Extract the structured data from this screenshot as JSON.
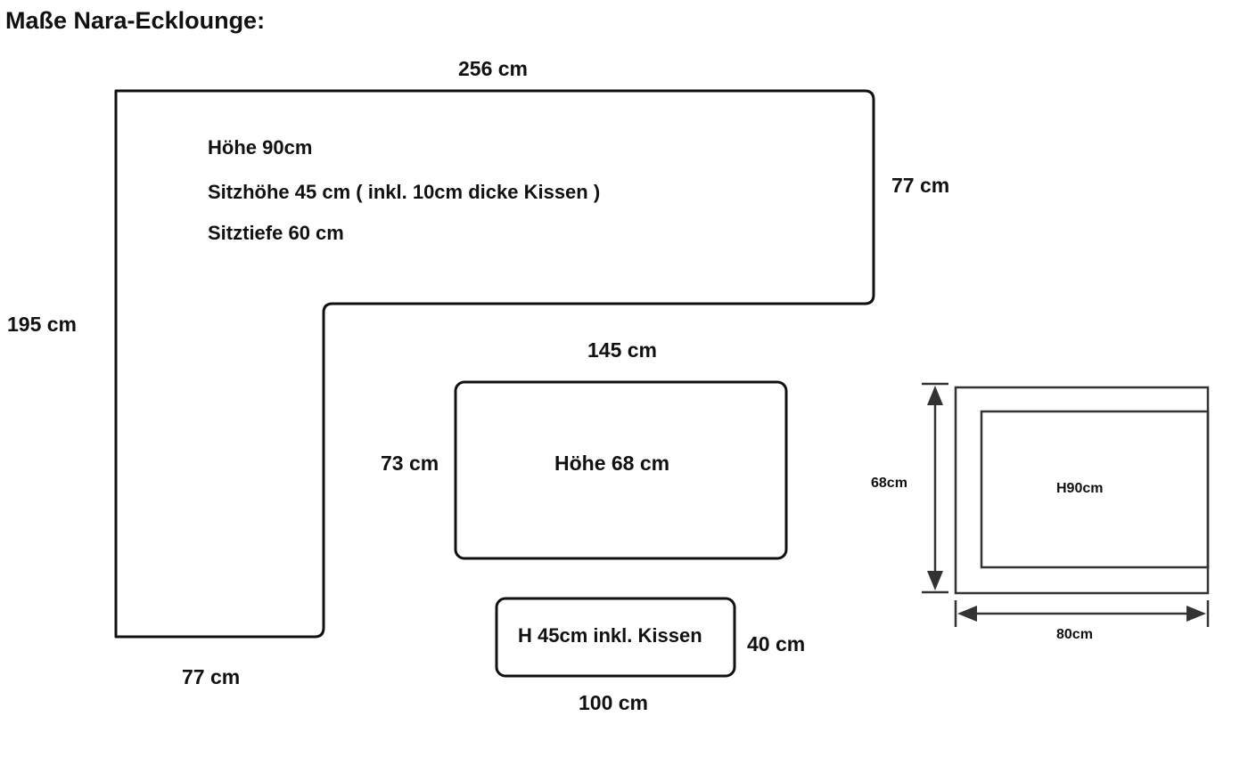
{
  "title": "Maße Nara-Ecklounge:",
  "lounge": {
    "width": "256 cm",
    "depth_right": "77 cm",
    "length_left": "195 cm",
    "depth_bottom": "77 cm",
    "specs": {
      "height": "Höhe 90cm",
      "seat_height": "Sitzhöhe 45 cm ( inkl. 10cm dicke Kissen )",
      "seat_depth": "Sitztiefe 60 cm"
    }
  },
  "table": {
    "width": "145 cm",
    "depth": "73 cm",
    "height": "Höhe 68 cm"
  },
  "stool": {
    "label": "H 45cm inkl. Kissen",
    "depth": "40 cm",
    "width": "100 cm"
  },
  "armchair": {
    "height_dim": "68cm",
    "width_dim": "80cm",
    "inner_label": "H90cm"
  },
  "colors": {
    "line": "#111111",
    "chair_line": "#333333"
  }
}
